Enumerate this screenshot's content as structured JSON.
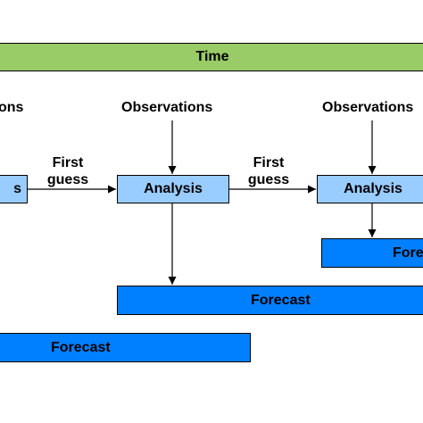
{
  "timeline": {
    "label": "Time"
  },
  "observations": [
    {
      "label": "ons"
    },
    {
      "label": "Observations"
    },
    {
      "label": "Observations"
    }
  ],
  "first_guess": [
    {
      "line1": "First",
      "line2": "guess"
    },
    {
      "line1": "First",
      "line2": "guess"
    }
  ],
  "analysis": [
    {
      "label": "s"
    },
    {
      "label": "Analysis"
    },
    {
      "label": "Analysis"
    }
  ],
  "forecasts": [
    {
      "label": "Forecast"
    },
    {
      "label": "Forecast"
    },
    {
      "label": "Forecast"
    }
  ],
  "colors": {
    "time_bar": "#99cc66",
    "analysis_box": "#99ccff",
    "forecast_box": "#0080ff"
  }
}
